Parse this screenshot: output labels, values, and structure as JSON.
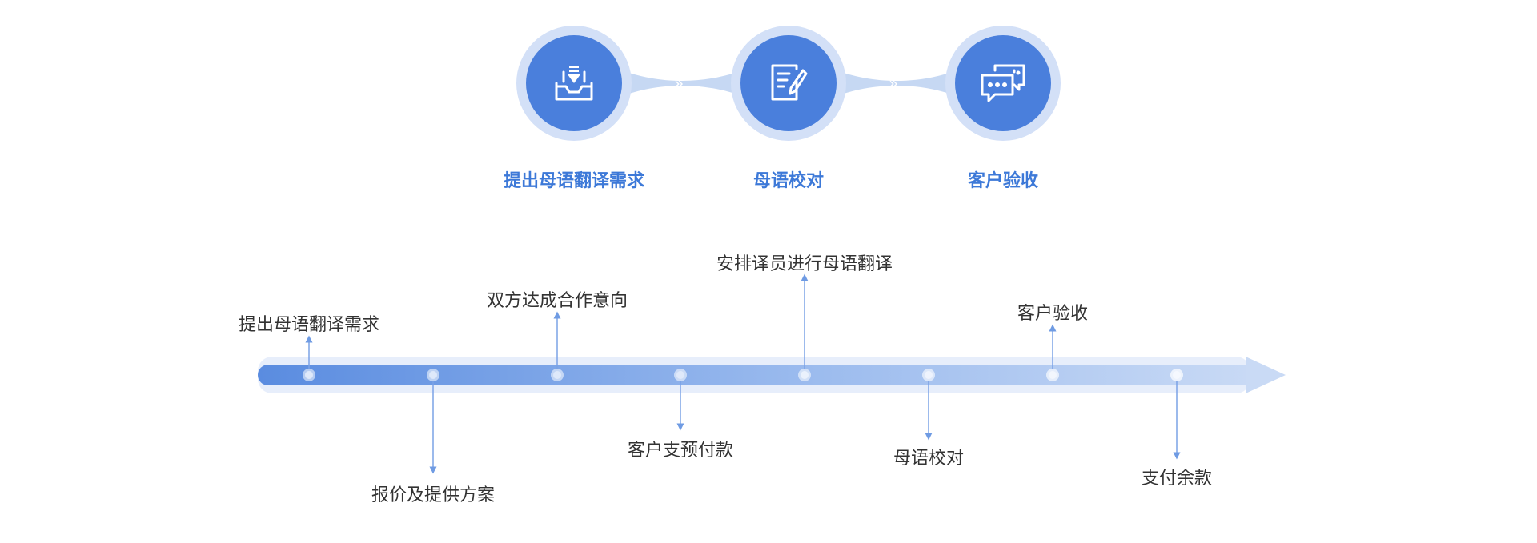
{
  "process_steps": [
    {
      "label": "提出母语翻译需求",
      "icon": "inbox-download-icon"
    },
    {
      "label": "母语校对",
      "icon": "document-edit-icon"
    },
    {
      "label": "客户验收",
      "icon": "chat-bubbles-icon"
    }
  ],
  "connector_glyph": "»",
  "timeline": {
    "milestones": [
      {
        "label": "提出母语翻译需求",
        "side": "above"
      },
      {
        "label": "报价及提供方案",
        "side": "below"
      },
      {
        "label": "双方达成合作意向",
        "side": "above"
      },
      {
        "label": "客户支预付款",
        "side": "below"
      },
      {
        "label": "安排译员进行母语翻译",
        "side": "above"
      },
      {
        "label": "母语校对",
        "side": "below"
      },
      {
        "label": "客户验收",
        "side": "above"
      },
      {
        "label": "支付余款",
        "side": "below"
      }
    ]
  },
  "colors": {
    "accent": "#4a7fdc",
    "accent_light": "#d3e0f7",
    "label_blue": "#3d79d8",
    "text_dark": "#333333",
    "arrow_start": "#5a8ce0",
    "arrow_end": "#c9daf5"
  }
}
